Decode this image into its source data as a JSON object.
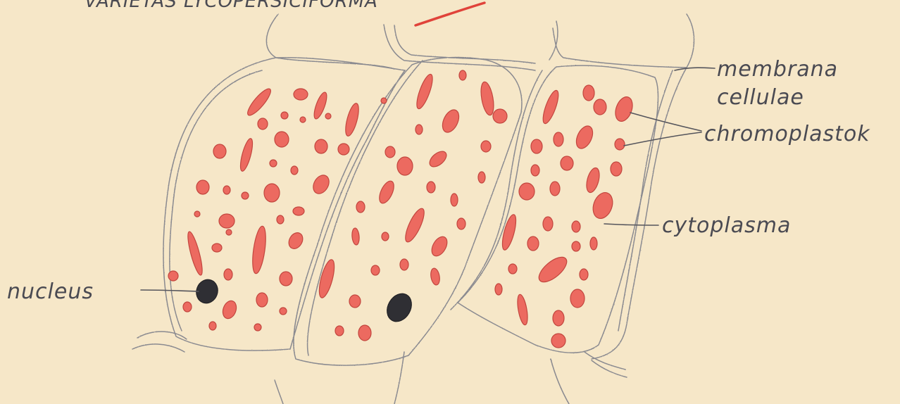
{
  "header_text": "VARIETAS LYCOPERSICIFORMA",
  "labels": {
    "membrana_line1": "membrana",
    "membrana_line2": "cellulae",
    "chromoplastok": "chromoplastok",
    "cytoplasma": "cytoplasma",
    "nucleus": "nucleus"
  },
  "colors": {
    "paper": "#f6e7c8",
    "pencil": "#7a7a80",
    "chromoplast_fill": "#ec6a60",
    "chromoplast_stroke": "#c2463e",
    "nucleus": "#2f2f34",
    "red_mark": "#e0433a"
  }
}
